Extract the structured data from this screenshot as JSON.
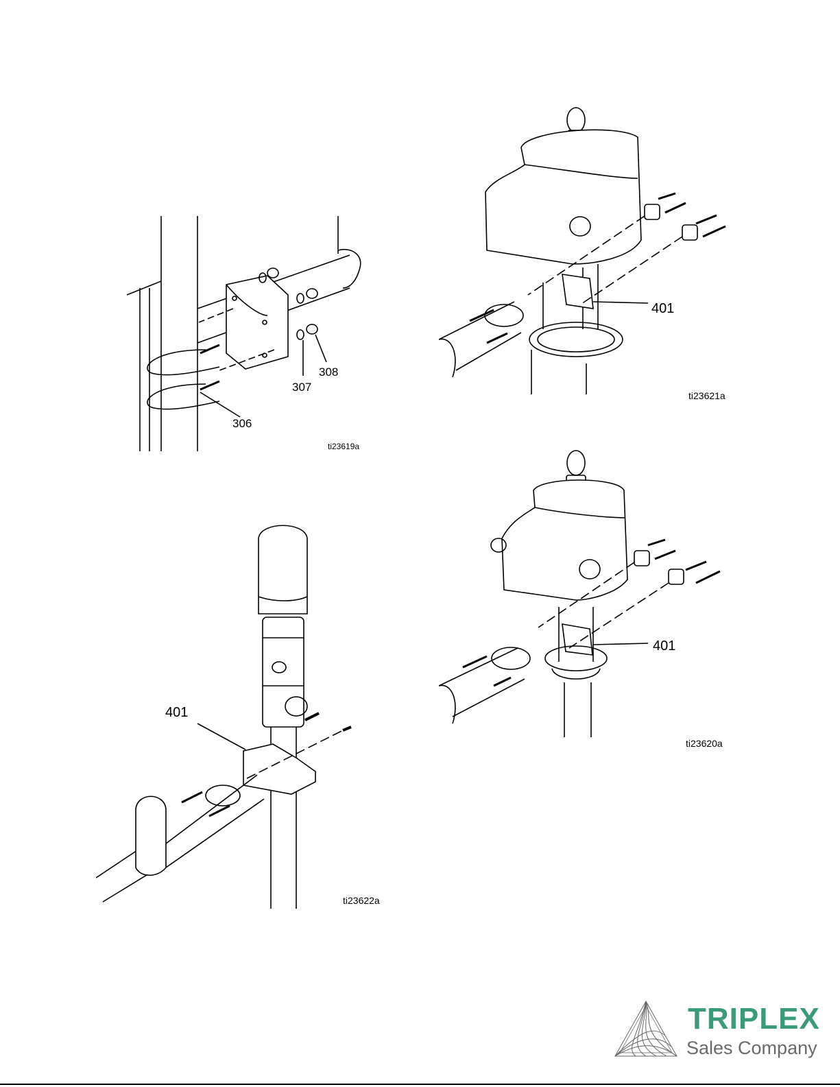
{
  "figures": {
    "top_left": {
      "callouts": [
        "306",
        "307",
        "308"
      ],
      "ref": "ti23619a"
    },
    "top_right": {
      "callouts": [
        "401"
      ],
      "ref": "ti23621a"
    },
    "bottom_left": {
      "callouts": [
        "401"
      ],
      "ref": "ti23622a"
    },
    "bottom_right": {
      "callouts": [
        "401"
      ],
      "ref": "ti23620a"
    }
  },
  "logo": {
    "word": "TRIPLEX",
    "subtitle": "Sales Company",
    "brand_color": "#3a9a79",
    "icon": "triangle-spiral-logo-icon"
  }
}
